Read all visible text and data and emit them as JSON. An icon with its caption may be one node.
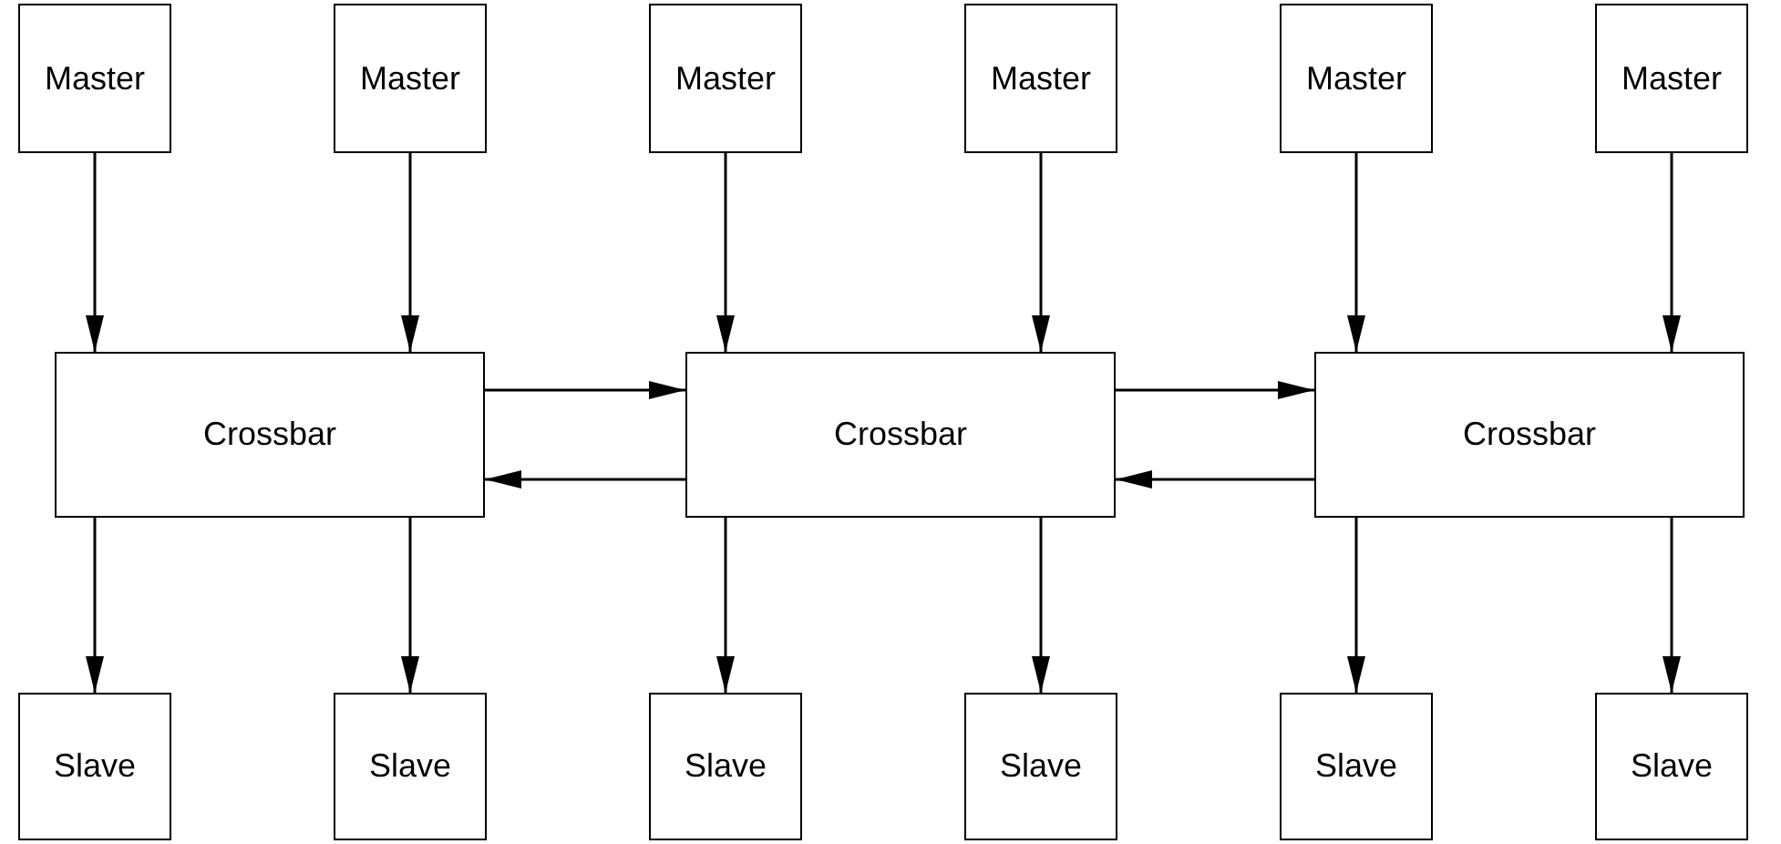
{
  "diagram": {
    "nodes": [
      {
        "text": [
          "Master"
        ]
      },
      {
        "text": [
          "Master"
        ]
      },
      {
        "text": [
          "Master"
        ]
      },
      {
        "text": [
          "Master"
        ]
      },
      {
        "text": [
          "Master"
        ]
      },
      {
        "text": [
          "Master"
        ]
      },
      {
        "text": [
          "Crossbar"
        ]
      },
      {
        "text": [
          "Crossbar"
        ]
      },
      {
        "text": [
          "Crossbar"
        ]
      },
      {
        "text": [
          "Slave"
        ]
      },
      {
        "text": [
          "Slave"
        ]
      },
      {
        "text": [
          "Slave"
        ]
      },
      {
        "text": [
          "Slave"
        ]
      },
      {
        "text": [
          "Slave"
        ]
      },
      {
        "text": [
          "Slave"
        ]
      }
    ],
    "edges": [
      {
        "from": 0,
        "to": 6,
        "arrow": "to"
      },
      {
        "from": 1,
        "to": 6,
        "arrow": "to"
      },
      {
        "from": 2,
        "to": 7,
        "arrow": "to"
      },
      {
        "from": 3,
        "to": 7,
        "arrow": "to"
      },
      {
        "from": 4,
        "to": 8,
        "arrow": "to"
      },
      {
        "from": 5,
        "to": 8,
        "arrow": "to"
      },
      {
        "from": 6,
        "to": 7,
        "arrow": "to"
      },
      {
        "from": 7,
        "to": 6,
        "arrow": "to"
      },
      {
        "from": 7,
        "to": 8,
        "arrow": "to"
      },
      {
        "from": 8,
        "to": 7,
        "arrow": "to"
      },
      {
        "from": 6,
        "to": 9,
        "arrow": "to"
      },
      {
        "from": 6,
        "to": 10,
        "arrow": "to"
      },
      {
        "from": 7,
        "to": 11,
        "arrow": "to"
      },
      {
        "from": 7,
        "to": 12,
        "arrow": "to"
      },
      {
        "from": 8,
        "to": 13,
        "arrow": "to"
      },
      {
        "from": 8,
        "to": 14,
        "arrow": "to"
      }
    ]
  }
}
